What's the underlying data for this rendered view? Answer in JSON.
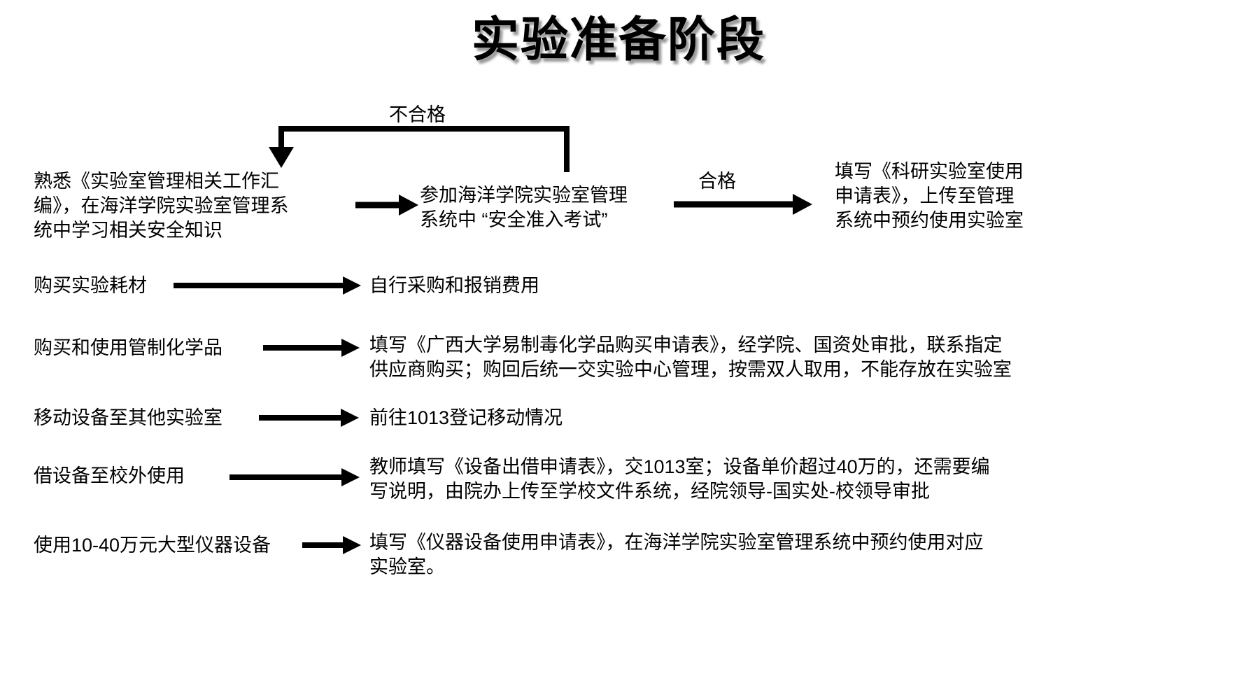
{
  "title": "实验准备阶段",
  "flow": {
    "branch_labels": {
      "fail": "不合格",
      "pass": "合格"
    },
    "top_row": {
      "step1": "熟悉《实验室管理相关工作汇\n编》，在海洋学院实验室管理系\n统中学习相关安全知识",
      "step2": "参加海洋学院实验室管理\n系统中 “安全准入考试”",
      "step3": "填写《科研实验室使用\n申请表》，上传至管理\n系统中预约使用实验室"
    },
    "rows": [
      {
        "left": "购买实验耗材",
        "right": "自行采购和报销费用"
      },
      {
        "left": "购买和使用管制化学品",
        "right": "填写《广西大学易制毒化学品购买申请表》，经学院、国资处审批，联系指定\n供应商购买；购回后统一交实验中心管理，按需双人取用，不能存放在实验室"
      },
      {
        "left": "移动设备至其他实验室",
        "right": "前往1013登记移动情况"
      },
      {
        "left": "借设备至校外使用",
        "right": "教师填写《设备出借申请表》，交1013室；设备单价超过40万的，还需要编\n写说明，由院办上传至学校文件系统，经院领导-国实处-校领导审批"
      },
      {
        "left": "使用10-40万元大型仪器设备",
        "right": "填写《仪器设备使用申请表》，在海洋学院实验室管理系统中预约使用对应\n实验室。"
      }
    ]
  },
  "colors": {
    "background": "#ffffff",
    "ink": "#000000",
    "title_shadow": "#787878"
  }
}
